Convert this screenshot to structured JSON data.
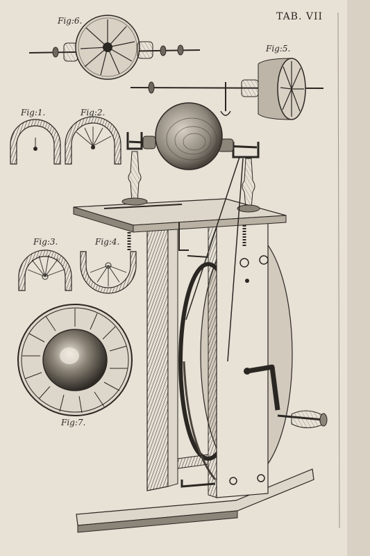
{
  "plate": {
    "title": "TAB. VII",
    "colors": {
      "paper": "#e7e1d6",
      "paper_edge": "#b9b1a3",
      "ink": "#2a2622",
      "shade": "#6e675e"
    }
  },
  "figures": {
    "fig1": "Fig:1.",
    "fig2": "Fig:2.",
    "fig3": "Fig:3.",
    "fig4": "Fig:4.",
    "fig5": "Fig:5.",
    "fig6": "Fig:6.",
    "fig7": "Fig:7."
  }
}
